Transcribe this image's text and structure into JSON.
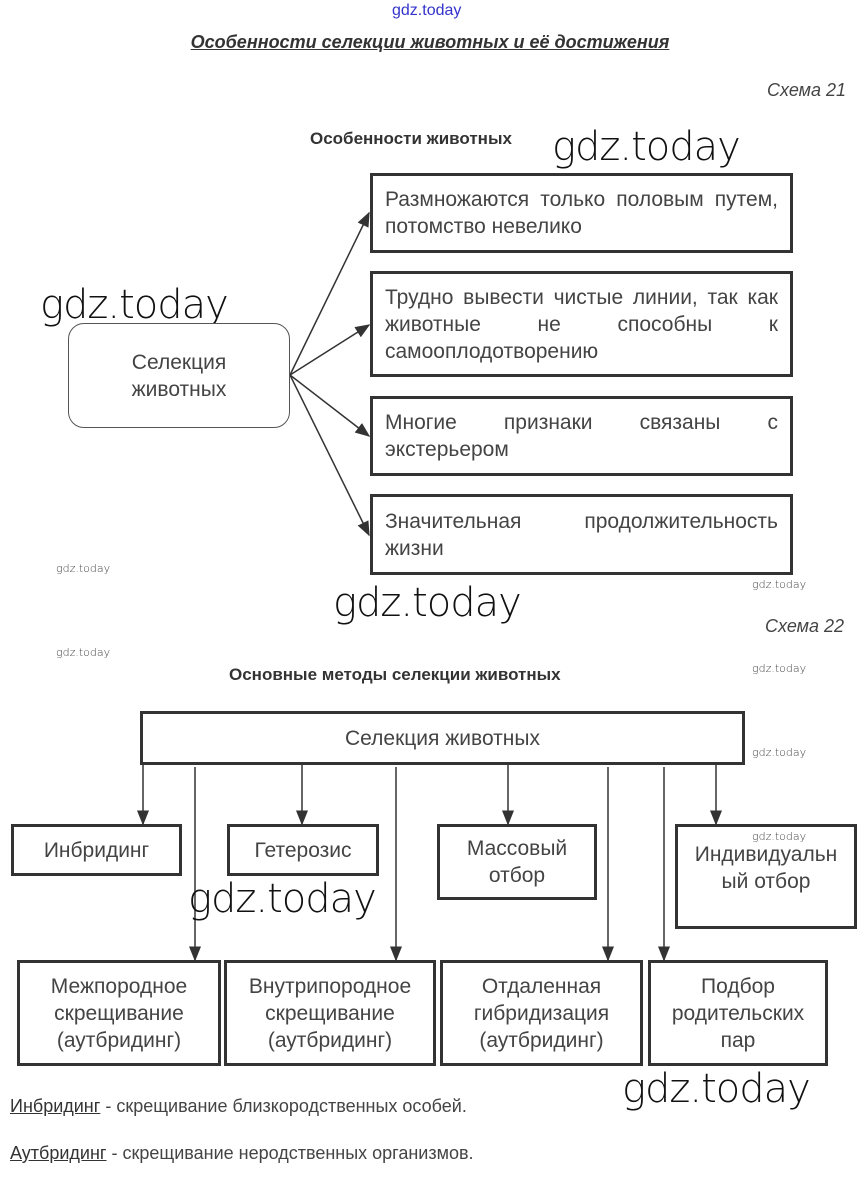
{
  "watermarks": {
    "text": "gdz.today"
  },
  "title": "Особенности селекции животных и её достижения",
  "scheme21": {
    "label": "Схема 21",
    "heading": "Особенности животных",
    "center": "Селекция животных",
    "features": [
      "Размножаются только половым путем, потомство невелико",
      "Трудно вывести чистые линии, так как животные не способны к самооплодотворению",
      "Многие признаки связаны с экстерьером",
      "Значительная продолжительность жизни"
    ]
  },
  "scheme22": {
    "label": "Схема 22",
    "heading": "Основные методы селекции животных",
    "root": "Селекция животных",
    "row1": [
      "Инбридинг",
      "Гетерозис",
      "Массовый отбор",
      "Индивидуальный отбор"
    ],
    "row2": [
      "Межпородное скрещивание (аутбридинг)",
      "Внутрипородное скрещивание (аутбридинг)",
      "Отдаленная гибридизация (аутбридинг)",
      "Подбор родительских пар"
    ]
  },
  "definitions": [
    {
      "term": "Инбридинг",
      "text": " - скрещивание близкородственных особей."
    },
    {
      "term": "Аутбридинг",
      "text": " - скрещивание неродственных организмов."
    }
  ]
}
